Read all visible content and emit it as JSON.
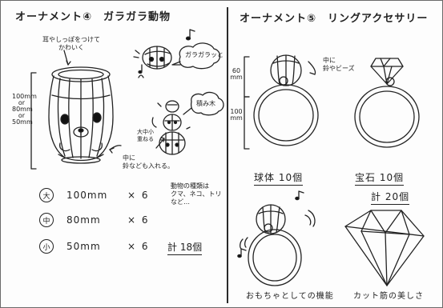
{
  "left": {
    "title": "オーナメント④　ガラガラ動物",
    "notes": {
      "ear": "耳やしっぽをつけて\nかわいく",
      "rattle": "ガラガラッと",
      "stack": "積み木",
      "stack_pointer": "大中小\n重ねる",
      "bell_inside": "中に\n鈴なども入れる。",
      "animal_types": "動物の種類は\nクマ、ネコ、トリ\nなど…"
    },
    "dimensions": [
      "100mm",
      "or",
      "80mm",
      "or",
      "50mm"
    ],
    "sizes": [
      {
        "badge": "大",
        "value": "100mm",
        "qty": "× 6"
      },
      {
        "badge": "中",
        "value": "80mm",
        "qty": "× 6"
      },
      {
        "badge": "小",
        "value": "50mm",
        "qty": "× 6"
      }
    ],
    "total": "計 18個"
  },
  "right": {
    "title": "オーナメント⑤　リングアクセサリー",
    "notes": {
      "sphere_inside": "中に\n鈴やビーズ"
    },
    "dimensions": {
      "top": [
        "60",
        "mm"
      ],
      "bottom": [
        "100",
        "mm"
      ]
    },
    "captions": {
      "sphere": "球体 10個",
      "gem": "宝石 10個",
      "total": "計 20個",
      "toy": "おもちゃとしての機能",
      "facet": "カット筋の美しさ"
    }
  }
}
